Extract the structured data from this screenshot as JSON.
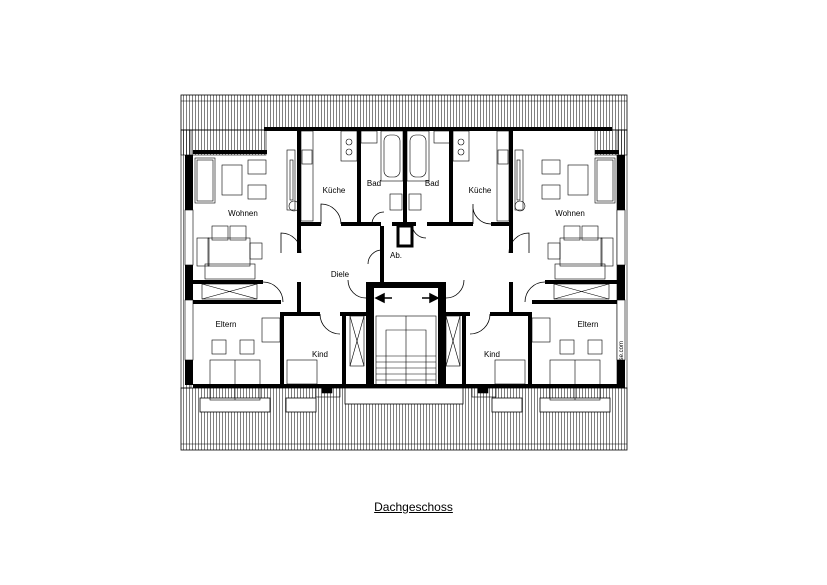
{
  "title": "Dachgeschoss",
  "watermark": "grundrisse.com",
  "rooms": [
    {
      "id": "wohnen-left",
      "label": "Wohnen"
    },
    {
      "id": "kueche-left",
      "label": "Küche"
    },
    {
      "id": "bad-left",
      "label": "Bad"
    },
    {
      "id": "bad-right",
      "label": "Bad"
    },
    {
      "id": "kueche-right",
      "label": "Küche"
    },
    {
      "id": "wohnen-right",
      "label": "Wohnen"
    },
    {
      "id": "diele",
      "label": "Diele"
    },
    {
      "id": "abstell",
      "label": "Ab."
    },
    {
      "id": "eltern-left",
      "label": "Eltern"
    },
    {
      "id": "kind-left",
      "label": "Kind"
    },
    {
      "id": "kind-right",
      "label": "Kind"
    },
    {
      "id": "eltern-right",
      "label": "Eltern"
    }
  ],
  "colors": {
    "line": "#000000",
    "background": "#ffffff"
  }
}
